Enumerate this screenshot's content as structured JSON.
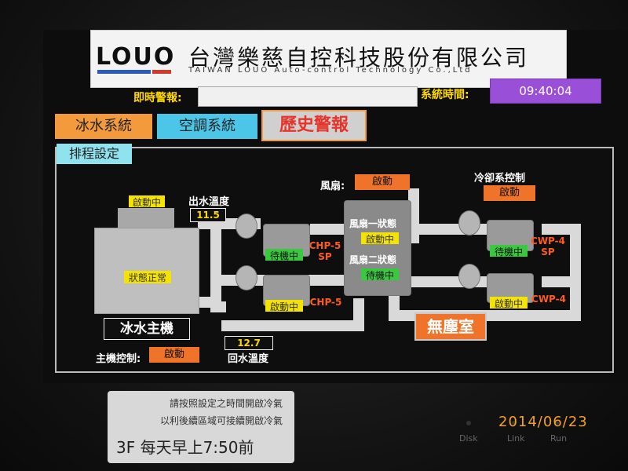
{
  "header": {
    "logo": "LOUO",
    "company_cn": "台灣樂慈自控科技股份有限公司",
    "company_en": "TAIWAN LOUO Auto-control Technology Co.,Ltd"
  },
  "alarm": {
    "label": "即時警報:",
    "value": ""
  },
  "clock": {
    "label": "系統時間:",
    "value": "09:40:04"
  },
  "tabs": {
    "ice": "冰水系統",
    "ac": "空調系統",
    "history": "歷史警報",
    "schedule": "排程設定"
  },
  "diagram": {
    "tower_status_top": "啟動中",
    "tower_status": "狀態正常",
    "chiller_label": "冰水主機",
    "supply_temp_label": "出水溫度",
    "supply_temp_value": "11.5",
    "return_temp_label": "回水溫度",
    "return_temp_value": "12.7",
    "host_control_label": "主機控制:",
    "host_control_value": "啟動",
    "fan_label": "風扇:",
    "fan_value": "啟動",
    "fan1_status": "風扇一狀態",
    "fan1_value": "啟動中",
    "fan2_status": "風扇二狀態",
    "fan2_value": "待機中",
    "chp5sp_status": "待機中",
    "chp5sp_name": "CHP-5 SP",
    "chp5_status": "啟動中",
    "chp5_name": "CHP-5",
    "cooling_ctrl_label": "冷卻系控制",
    "cooling_ctrl_value": "啟動",
    "cwp4sp_status": "待機中",
    "cwp4sp_name": "CWP-4 SP",
    "cwp4_status": "啟動中",
    "cwp4_name": "CWP-4",
    "cleanroom": "無塵室"
  },
  "note": {
    "line1": "請按照設定之時間開啟冷氣",
    "line2": "以利後續區域可接續開啟冷氣",
    "line3": "3F  每天早上7:50前"
  },
  "device": {
    "date_stamp": "2014/06/23",
    "led1": "Disk",
    "led2": "Link",
    "led3": "Run"
  },
  "colors": {
    "accent_purple": "#9a4fd8",
    "tab_orange": "#f29a3c",
    "tab_cyan": "#4cc6e8",
    "alarm_red": "#e8332a",
    "running_green": "#39c93f",
    "status_yellow": "#f4e300"
  }
}
